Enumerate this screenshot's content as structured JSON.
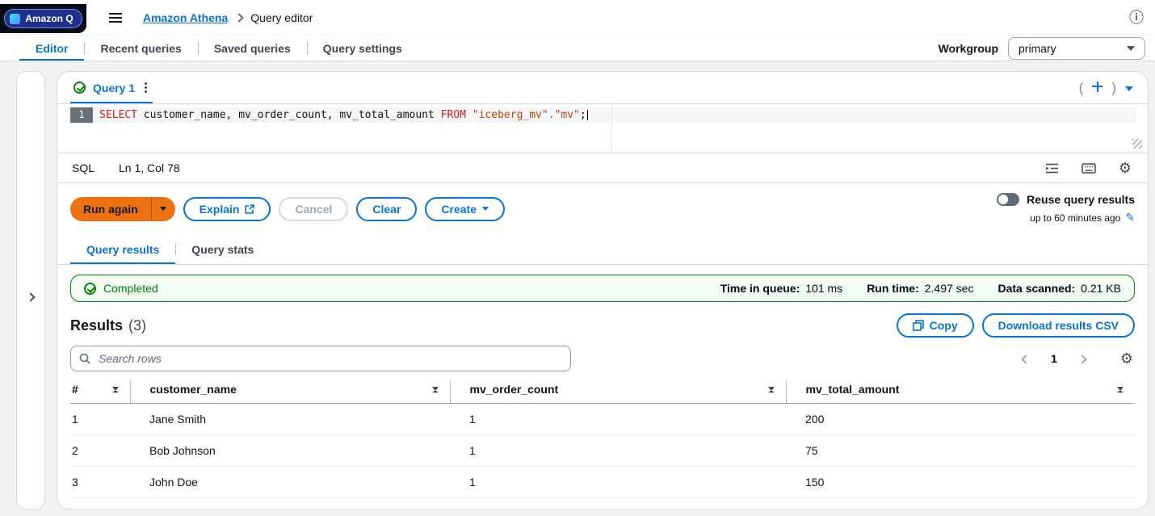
{
  "colors": {
    "accent": "#0972d3",
    "run_button": "#ec7211",
    "success": "#037f0c"
  },
  "header": {
    "amazon_q": "Amazon Q",
    "breadcrumb": {
      "service": "Amazon Athena",
      "page": "Query editor"
    }
  },
  "nav": {
    "tabs": [
      {
        "label": "Editor"
      },
      {
        "label": "Recent queries"
      },
      {
        "label": "Saved queries"
      },
      {
        "label": "Query settings"
      }
    ],
    "workgroup_label": "Workgroup",
    "workgroup_value": "primary"
  },
  "query_tab": {
    "title": "Query 1",
    "paren_left": "(",
    "paren_right": ")"
  },
  "editor": {
    "line_number": "1",
    "sql": {
      "tokens": [
        {
          "text": "SELECT",
          "type": "keyword"
        },
        {
          "text": " customer_name, mv_order_count, mv_total_amount ",
          "type": "plain"
        },
        {
          "text": "FROM",
          "type": "keyword"
        },
        {
          "text": " ",
          "type": "plain"
        },
        {
          "text": "\"iceberg_mv\".\"mv\"",
          "type": "string"
        },
        {
          "text": ";",
          "type": "plain"
        }
      ]
    },
    "status": {
      "language": "SQL",
      "cursor_position": "Ln 1, Col 78"
    }
  },
  "actions": {
    "run_again": "Run again",
    "explain": "Explain",
    "cancel": "Cancel",
    "clear": "Clear",
    "create": "Create",
    "reuse_label": "Reuse query results",
    "reuse_sub": "up to 60 minutes ago"
  },
  "results_tabs": [
    {
      "label": "Query results"
    },
    {
      "label": "Query stats"
    }
  ],
  "status_banner": {
    "status": "Completed",
    "stats": [
      {
        "label": "Time in queue:",
        "value": "101 ms"
      },
      {
        "label": "Run time:",
        "value": "2.497 sec"
      },
      {
        "label": "Data scanned:",
        "value": "0.21 KB"
      }
    ]
  },
  "results": {
    "title": "Results",
    "count": "(3)",
    "copy": "Copy",
    "download": "Download results CSV",
    "search_placeholder": "Search rows",
    "page": "1"
  },
  "table": {
    "columns": [
      "#",
      "customer_name",
      "mv_order_count",
      "mv_total_amount"
    ],
    "rows": [
      [
        "1",
        "Jane Smith",
        "1",
        "200"
      ],
      [
        "2",
        "Bob Johnson",
        "1",
        "75"
      ],
      [
        "3",
        "John Doe",
        "1",
        "150"
      ]
    ]
  }
}
